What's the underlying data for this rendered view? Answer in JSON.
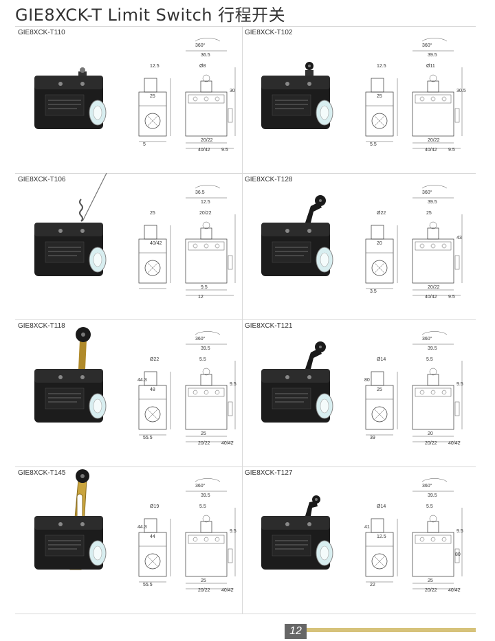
{
  "page": {
    "title": "GIE8XCK-T Limit Switch 行程开关",
    "page_number": "12"
  },
  "models": [
    {
      "label": "GIE8XCK-T110",
      "arm": "plunger",
      "dims": [
        "360°",
        "36.5",
        "12.5",
        "Ø8",
        "25",
        "20/22",
        "40/42",
        "9.5",
        "30",
        "5"
      ]
    },
    {
      "label": "GIE8XCK-T102",
      "arm": "roller-plunger",
      "dims": [
        "360°",
        "39.5",
        "12.5",
        "Ø11",
        "25",
        "20/22",
        "40/42",
        "9.5",
        "30.5",
        "5.5"
      ]
    },
    {
      "label": "GIE8XCK-T106",
      "arm": "spring-rod",
      "dims": [
        "36.5",
        "12.5",
        "25",
        "20/22",
        "40/42",
        "9.5",
        "12"
      ]
    },
    {
      "label": "GIE8XCK-T128",
      "arm": "roller-lever",
      "dims": [
        "360°",
        "39.5",
        "Ø22",
        "25",
        "20",
        "20/22",
        "40/42",
        "9.5",
        "43",
        "3.5"
      ]
    },
    {
      "label": "GIE8XCK-T118",
      "arm": "long-roller-lever",
      "dims": [
        "360°",
        "39.5",
        "Ø22",
        "5.5",
        "48",
        "25",
        "20/22",
        "40/42",
        "9.5",
        "55.5",
        "44.3"
      ]
    },
    {
      "label": "GIE8XCK-T121",
      "arm": "roller-lever",
      "dims": [
        "360°",
        "39.5",
        "Ø14",
        "5.5",
        "25",
        "20",
        "20/22",
        "40/42",
        "9.5",
        "39",
        "80"
      ]
    },
    {
      "label": "GIE8XCK-T145",
      "arm": "adjustable-roller-lever",
      "dims": [
        "360°",
        "39.5",
        "Ø19",
        "5.5",
        "44",
        "25",
        "20/22",
        "40/42",
        "9.5",
        "55.5",
        "44.3"
      ]
    },
    {
      "label": "GIE8XCK-T127",
      "arm": "small-roller-lever",
      "dims": [
        "360°",
        "39.5",
        "Ø14",
        "5.5",
        "12.5",
        "25",
        "20/22",
        "40/42",
        "9.5",
        "22",
        "41",
        "80"
      ]
    }
  ]
}
